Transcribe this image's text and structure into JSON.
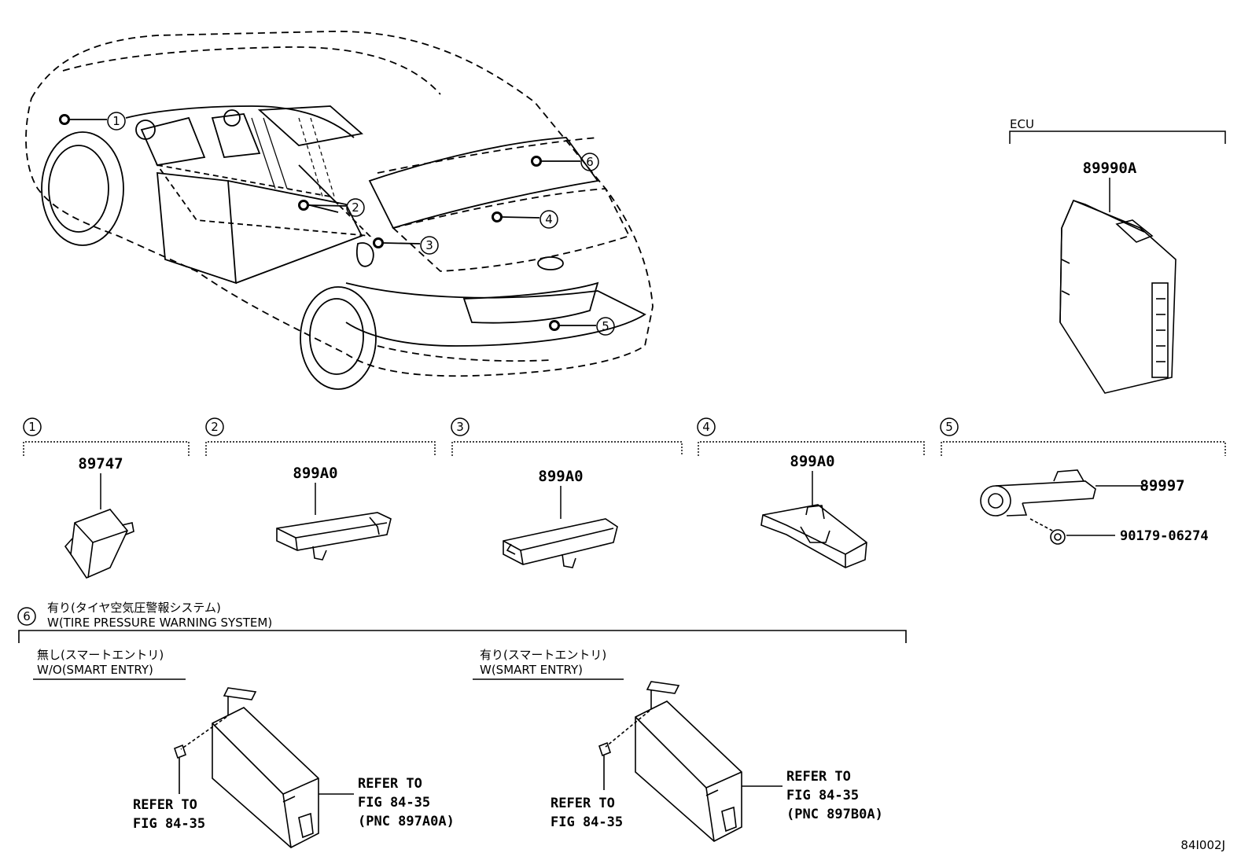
{
  "ecu": {
    "header": "ECU",
    "part": "89990A"
  },
  "callouts": [
    "1",
    "2",
    "3",
    "4",
    "5",
    "6"
  ],
  "groups": [
    {
      "num": "1",
      "part": "89747"
    },
    {
      "num": "2",
      "part": "899A0"
    },
    {
      "num": "3",
      "part": "899A0"
    },
    {
      "num": "4",
      "part": "899A0"
    },
    {
      "num": "5",
      "part": "89997",
      "part2": "90179-06274"
    }
  ],
  "tpws": {
    "num": "6",
    "title_jp": "有り(タイヤ空気圧警報システム)",
    "title_en": "W(TIRE PRESSURE WARNING SYSTEM)",
    "left": {
      "label_jp": "無し(スマートエントリ)",
      "label_en": "W/O(SMART ENTRY)",
      "ref_line1": "REFER TO",
      "ref_line2": "FIG 84-35",
      "ref2_line1": "REFER TO",
      "ref2_line2": "FIG 84-35",
      "ref2_line3": "(PNC 897A0A)"
    },
    "right": {
      "label_jp": "有り(スマートエントリ)",
      "label_en": "W(SMART ENTRY)",
      "ref_line1": "REFER TO",
      "ref_line2": "FIG 84-35",
      "ref2_line1": "REFER TO",
      "ref2_line2": "FIG 84-35",
      "ref2_line3": "(PNC 897B0A)"
    }
  },
  "figure_code": "84I002J"
}
